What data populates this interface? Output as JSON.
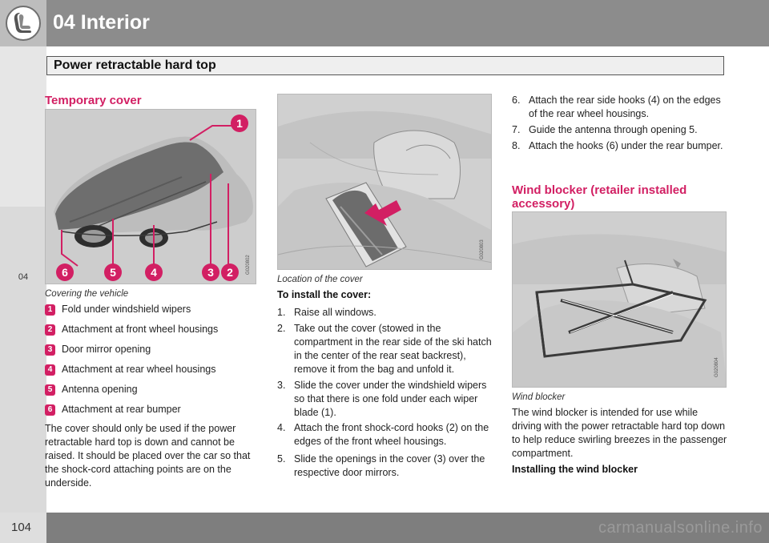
{
  "header": {
    "chapter_title": "04 Interior",
    "section_title": "Power retractable hard top",
    "side_tab_number": "04"
  },
  "footer": {
    "page_number": "104",
    "watermark": "carmanualsonline.info"
  },
  "col1": {
    "heading": "Temporary cover",
    "figure_code": "G020802",
    "figure_caption": "Covering the vehicle",
    "legend": [
      {
        "num": "1",
        "label": "Fold under windshield wipers"
      },
      {
        "num": "2",
        "label": "Attachment at front wheel housings"
      },
      {
        "num": "3",
        "label": "Door mirror opening"
      },
      {
        "num": "4",
        "label": "Attachment at rear wheel housings"
      },
      {
        "num": "5",
        "label": "Antenna opening"
      },
      {
        "num": "6",
        "label": "Attachment at rear bumper"
      }
    ],
    "paragraph": "The cover should only be used if the power retractable hard top is down and cannot be raised. It should be placed over the car so that the shock-cord attaching points are on the underside."
  },
  "col2": {
    "figure_code": "G020803",
    "figure_caption": "Location of the cover",
    "subheading": "To install the cover:",
    "steps": [
      {
        "n": "1.",
        "text": "Raise all windows."
      },
      {
        "n": "2.",
        "text": "Take out the cover (stowed in the compartment in the rear side of the ski hatch in the center of the rear seat backrest), remove it from the bag and unfold it."
      },
      {
        "n": "3.",
        "text": "Slide the cover under the windshield wipers so that there is one fold under each wiper blade (1)."
      },
      {
        "n": "4.",
        "text": "Attach the front shock-cord hooks (2) on the edges of the front wheel housings."
      },
      {
        "n": "5.",
        "text": "Slide the openings in the cover (3) over the respective door mirrors."
      }
    ]
  },
  "col3": {
    "steps": [
      {
        "n": "6.",
        "text": "Attach the rear side hooks (4) on the edges of the rear wheel housings."
      },
      {
        "n": "7.",
        "text": "Guide the antenna through opening 5."
      },
      {
        "n": "8.",
        "text": "Attach the hooks (6) under the rear bumper."
      }
    ],
    "heading_line1": "Wind blocker (retailer installed",
    "heading_line2": "accessory)",
    "figure_code": "G020804",
    "figure_caption": "Wind blocker",
    "paragraph": "The wind blocker is intended for use while driving with the power retractable hard top down to help reduce swirling breezes in the passenger compartment.",
    "subheading": "Installing the wind blocker"
  }
}
